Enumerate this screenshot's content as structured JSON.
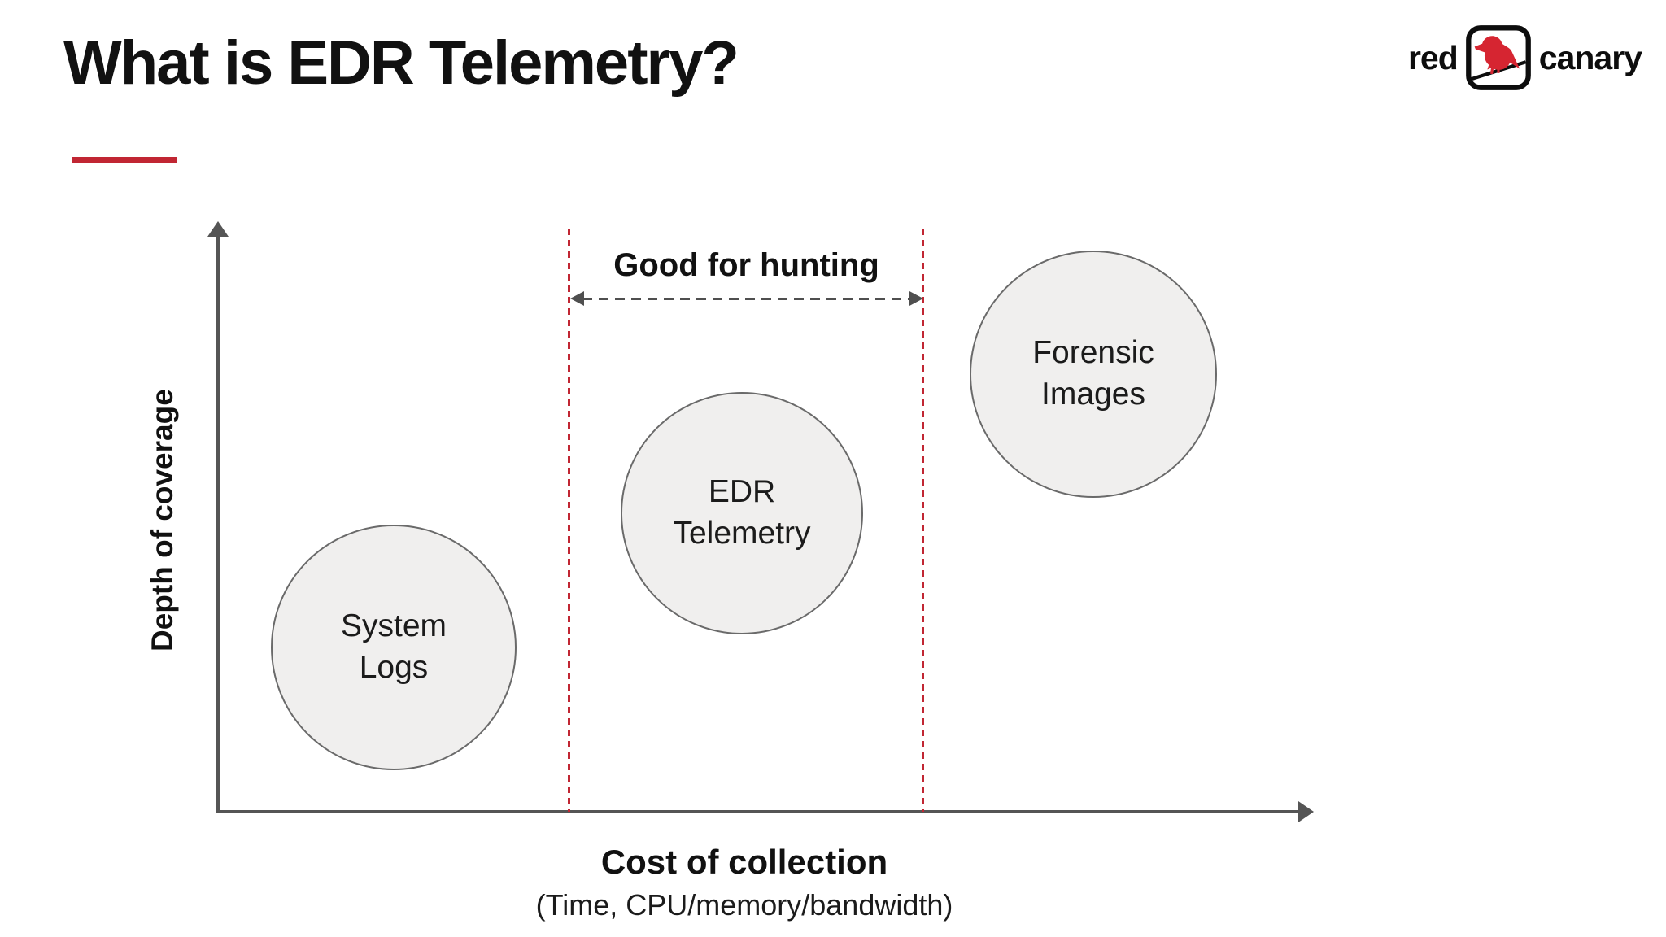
{
  "colors": {
    "accent_red": "#c12633",
    "bird_red": "#d62531",
    "axis_gray": "#555555",
    "arrow_gray": "#4f4f4f",
    "circle_fill": "#f0efee",
    "circle_border": "#6a6a6a",
    "ink": "#111111"
  },
  "header": {
    "title": "What is EDR Telemetry?"
  },
  "logo": {
    "word_left": "red",
    "word_right": "canary",
    "mark": "canary-bird-icon"
  },
  "chart_data": {
    "type": "scatter",
    "title": "What is EDR Telemetry?",
    "xlabel": "Cost of collection",
    "xlabel_note": "(Time, CPU/memory/bandwidth)",
    "ylabel": "Depth of coverage",
    "axes_numeric": false,
    "axis_style": "qualitative arrows, no ticks, no gridlines",
    "points": [
      {
        "label": "System Logs",
        "x_rel": 0.16,
        "y_rel": 0.28
      },
      {
        "label": "EDR Telemetry",
        "x_rel": 0.48,
        "y_rel": 0.51
      },
      {
        "label": "Forensic Images",
        "x_rel": 0.8,
        "y_rel": 0.75
      }
    ],
    "band": {
      "label": "Good for hunting",
      "x_start_rel": 0.32,
      "x_end_rel": 0.645,
      "style": "vertical red dashed lines with gray dashed double-headed arrow"
    }
  }
}
